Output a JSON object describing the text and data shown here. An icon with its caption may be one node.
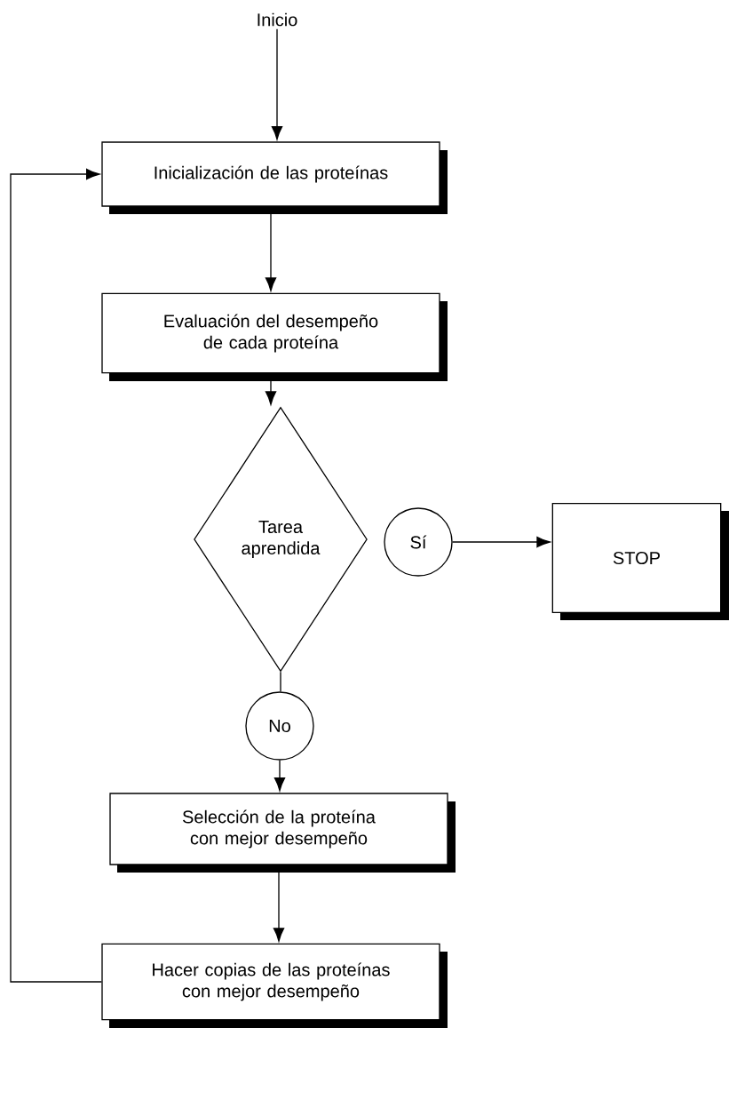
{
  "diagram": {
    "nodes": [
      {
        "text": [
          "Inicio"
        ]
      },
      {
        "text": [
          "Inicialización de las proteínas"
        ]
      },
      {
        "text": [
          "Evaluación del desempeño de cada proteína"
        ]
      },
      {
        "text": [
          "Tarea aprendida"
        ]
      },
      {
        "text": [
          "Sí"
        ]
      },
      {
        "text": [
          "STOP"
        ]
      },
      {
        "text": [
          "No"
        ]
      },
      {
        "text": [
          "Selección de la proteína con mejor desempeño"
        ]
      },
      {
        "text": [
          "Hacer copias de las proteínas con mejor desempeño"
        ]
      }
    ],
    "edges": [
      {
        "from": 0,
        "to": 1,
        "arrow": "to"
      },
      {
        "from": 1,
        "to": 2,
        "arrow": "to"
      },
      {
        "from": 2,
        "to": 3,
        "arrow": "to"
      },
      {
        "from": 4,
        "to": 5,
        "arrow": "to"
      },
      {
        "from": 3,
        "to": 6,
        "arrow": "none"
      },
      {
        "from": 6,
        "to": 7,
        "arrow": "to"
      },
      {
        "from": 7,
        "to": 8,
        "arrow": "to"
      },
      {
        "from": 8,
        "to": 1,
        "arrow": "to"
      }
    ]
  }
}
